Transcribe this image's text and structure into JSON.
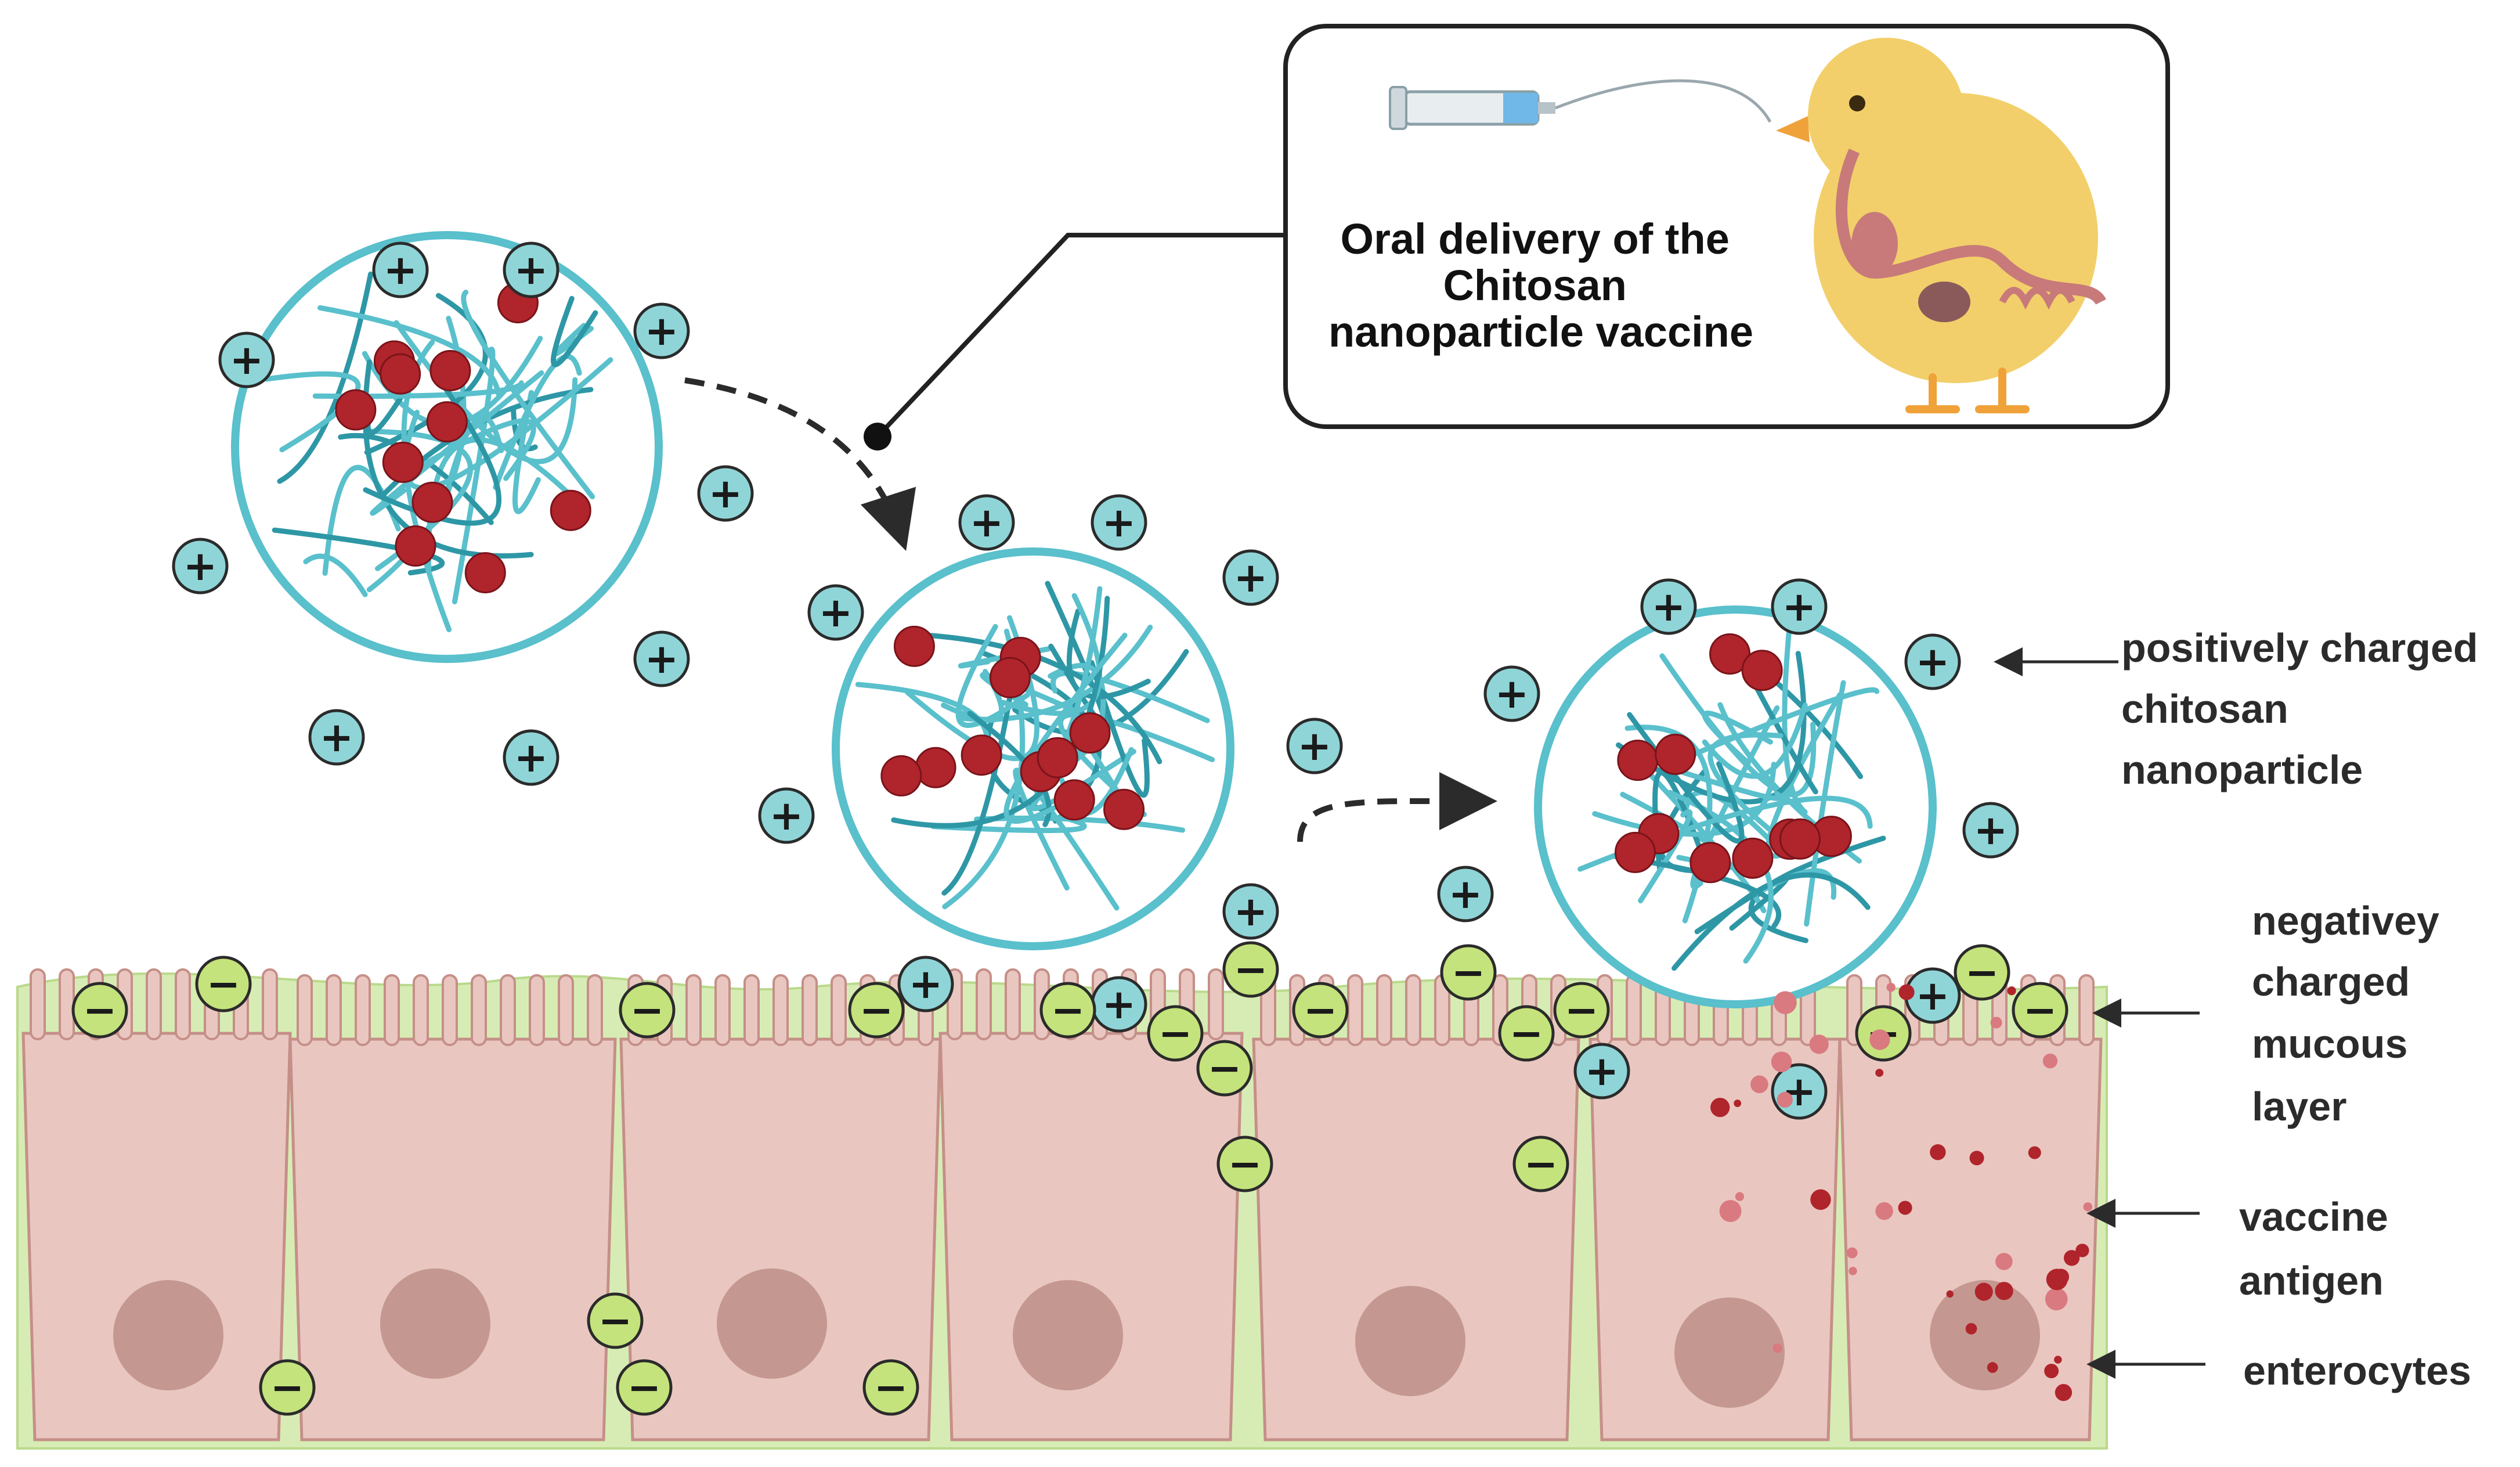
{
  "callout": {
    "lines": [
      "Oral delivery of the",
      "Chitosan",
      "nanoparticle vaccine"
    ]
  },
  "labels": {
    "nanoparticle": [
      "positively charged",
      "chitosan",
      "nanoparticle"
    ],
    "mucous": [
      "negativey",
      "charged",
      "mucous",
      "layer"
    ],
    "antigen": [
      "vaccine",
      "antigen"
    ],
    "enterocytes": [
      "enterocytes"
    ]
  },
  "charges": {
    "positive": "+",
    "negative": "−"
  },
  "colors": {
    "chitosan_strand": "#59c0cc",
    "chitosan_dark": "#2e97a6",
    "antigen": "#b0242c",
    "positive_fill": "#8fd5d8",
    "negative_fill": "#c4e37c",
    "mucus": "#d7ecb4",
    "cell_fill": "#e9c7c0",
    "cell_stroke": "#c58f88",
    "nucleus": "#c49891",
    "chick": "#f2cf6a",
    "beak": "#f0a23a"
  },
  "icons": [
    "syringe-icon",
    "chick-icon",
    "chitosan-nanoparticle-icon",
    "enterocyte-cell-icon"
  ]
}
